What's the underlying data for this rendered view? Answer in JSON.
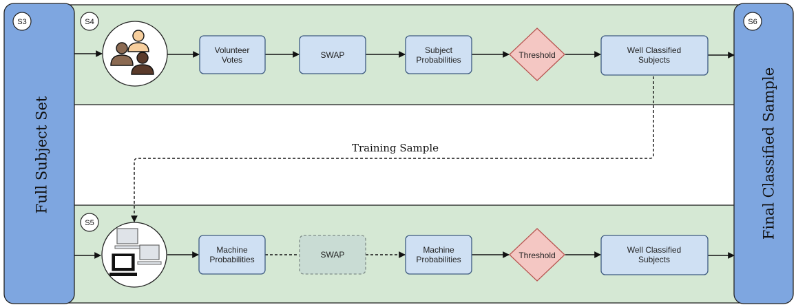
{
  "side_panels": {
    "left": {
      "badge": "S3",
      "label": "Full Subject Set"
    },
    "right": {
      "badge": "S6",
      "label": "Final Classified Sample"
    }
  },
  "top_lane": {
    "badge": "S4",
    "icon": "volunteers-icon",
    "nodes": [
      {
        "lines": [
          "Volunteer",
          "Votes"
        ]
      },
      {
        "lines": [
          "SWAP"
        ]
      },
      {
        "lines": [
          "Subject",
          "Probabilities"
        ]
      },
      {
        "lines": [
          "Threshold"
        ]
      },
      {
        "lines": [
          "Well Classified",
          "Subjects"
        ]
      }
    ]
  },
  "bottom_lane": {
    "badge": "S5",
    "icon": "computers-icon",
    "nodes": [
      {
        "lines": [
          "Machine",
          "Probabilities"
        ]
      },
      {
        "lines": [
          "SWAP"
        ]
      },
      {
        "lines": [
          "Machine",
          "Probabilities"
        ]
      },
      {
        "lines": [
          "Threshold"
        ]
      },
      {
        "lines": [
          "Well Classified",
          "Subjects"
        ]
      }
    ]
  },
  "training_label": "Training Sample",
  "colors": {
    "lane_fill": "#d5e8d4",
    "side_panel_fill": "#7ea6e0",
    "process_fill": "#cfe0f3",
    "process_stroke": "#3d5a80",
    "diamond_fill": "#f4c7c3",
    "dashed_fill": "#c9dcd4"
  }
}
